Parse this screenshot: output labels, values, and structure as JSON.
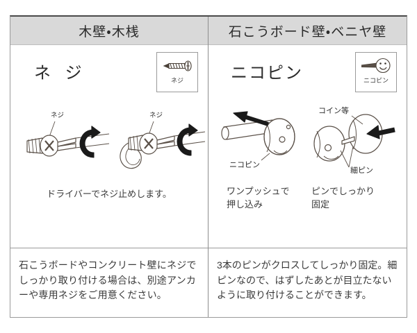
{
  "columns": [
    {
      "header": "木壁・木桟",
      "part_name": "ネ ジ",
      "chip": {
        "label": "ネジ",
        "icon": "screw-icon"
      },
      "figures": [
        {
          "callout": "ネジ",
          "arrow": "rotate-arrow-icon",
          "icon": "screw-driver-icon"
        },
        {
          "callout": "ネジ",
          "arrow": "rotate-arrow-icon",
          "icon": "screw-driver-hook-icon"
        }
      ],
      "captions": [
        {
          "text": "ドライバーでネジ止めします。"
        }
      ],
      "note": "石こうボードやコンクリート壁にネジでしっかり取り付ける場合は、別途アンカーや専用ネジをご用意ください。"
    },
    {
      "header": "石こうボード壁・ベニヤ壁",
      "part_name": "ニコピン",
      "chip": {
        "label": "ニコピン",
        "icon": "smiley-pin-icon"
      },
      "figures": [
        {
          "callout": "ニコピン",
          "arrow": "push-arrow-icon",
          "icon": "pin-push-icon"
        },
        {
          "callout_top": "コイン等",
          "callout_bottom": "細ピン",
          "arrow": "press-arrow-icon",
          "icon": "coin-press-icon"
        }
      ],
      "captions": [
        {
          "line1": "ワンプッシュで",
          "line2": "押し込み"
        },
        {
          "line1": "ピンでしっかり",
          "line2": "固定"
        }
      ],
      "note": "3本のピンがクロスしてしっかり固定。細ピンなので、はずしたあとが目立たないように取り付けることができます。"
    }
  ],
  "colors": {
    "header_band": "#d9d9d9",
    "border": "#9a9a9a",
    "top_border": "#4a4a4a",
    "text": "#2b2b2b",
    "ink": "#5a5048"
  }
}
